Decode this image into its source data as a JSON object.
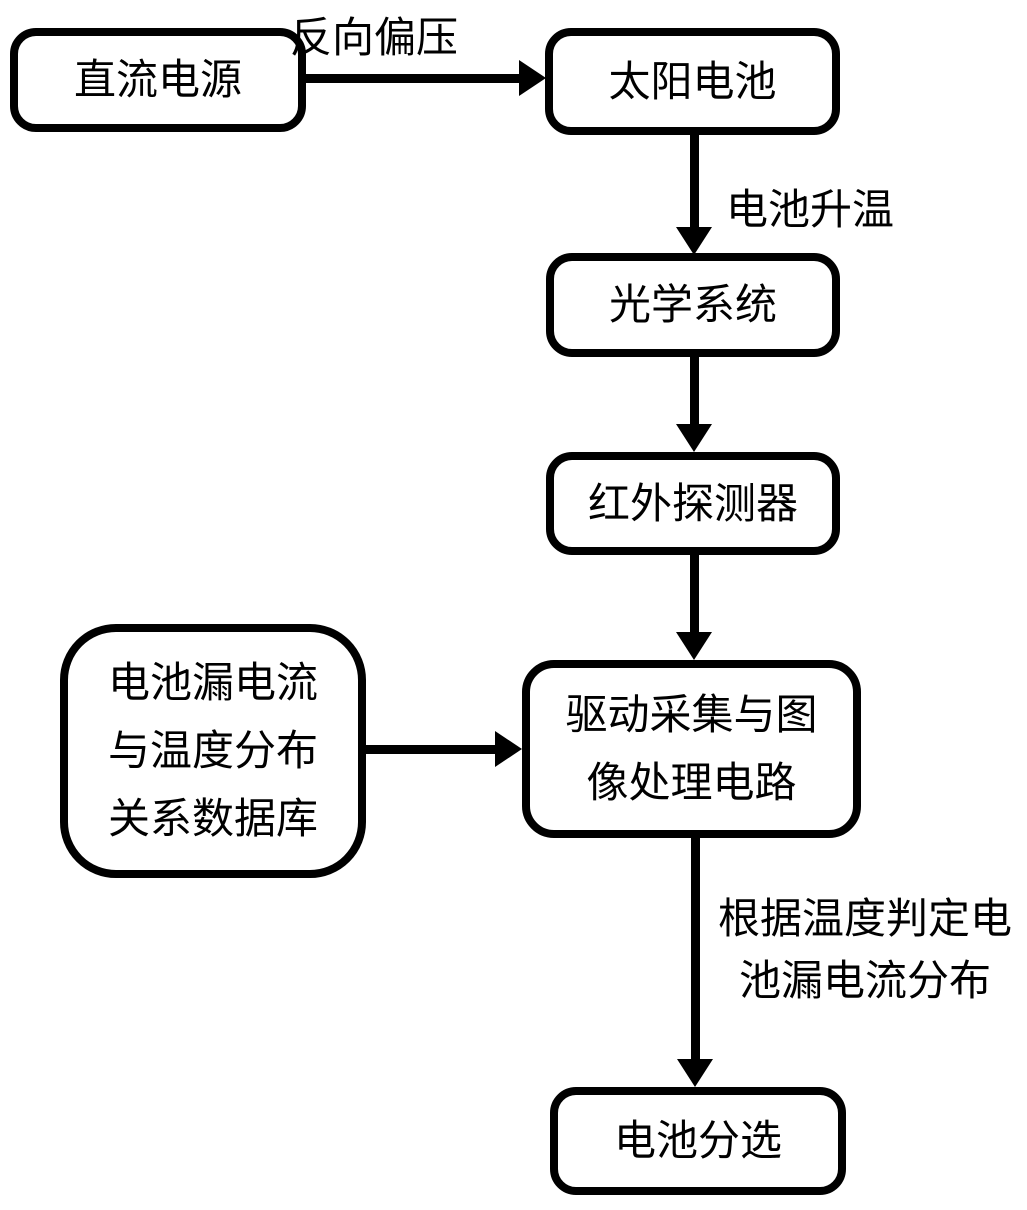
{
  "nodes": {
    "dc_power": {
      "label": "直流电源"
    },
    "solar_cell": {
      "label": "太阳电池"
    },
    "optical_system": {
      "label": "光学系统"
    },
    "ir_detector": {
      "label": "红外探测器"
    },
    "drive_circuit": {
      "lines": [
        "驱动采集与图",
        "像处理电路"
      ]
    },
    "database": {
      "lines": [
        "电池漏电流",
        "与温度分布",
        "关系数据库"
      ]
    },
    "battery_sorting": {
      "label": "电池分选"
    }
  },
  "edges": {
    "reverse_bias_label": "反向偏压",
    "cell_heating_label": "电池升温",
    "judge_label_lines": [
      "根据温度判定电",
      "池漏电流分布"
    ]
  },
  "colors": {
    "stroke": "#000000",
    "text": "#000000",
    "background": "#ffffff"
  }
}
